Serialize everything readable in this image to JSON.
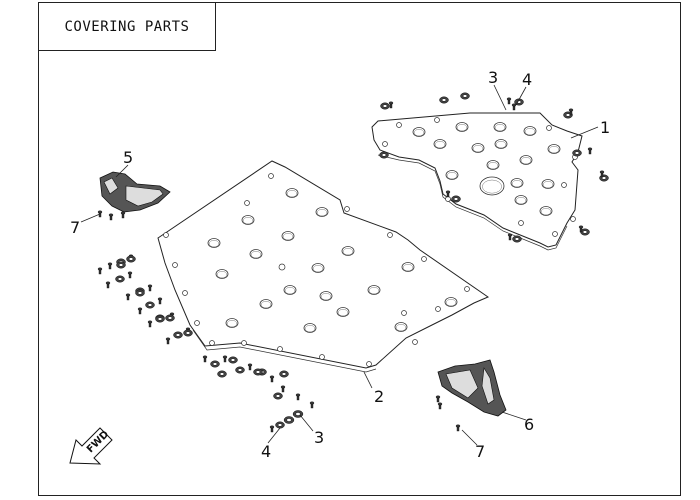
{
  "title": "COVERING PARTS",
  "fwd_label": "FWD",
  "callouts": {
    "c1": "1",
    "c2": "2",
    "c3_top": "3",
    "c4_top": "4",
    "c5": "5",
    "c6": "6",
    "c7_left": "7",
    "c7_bottom": "7",
    "c3_bottom": "3",
    "c4_bottom": "4"
  }
}
